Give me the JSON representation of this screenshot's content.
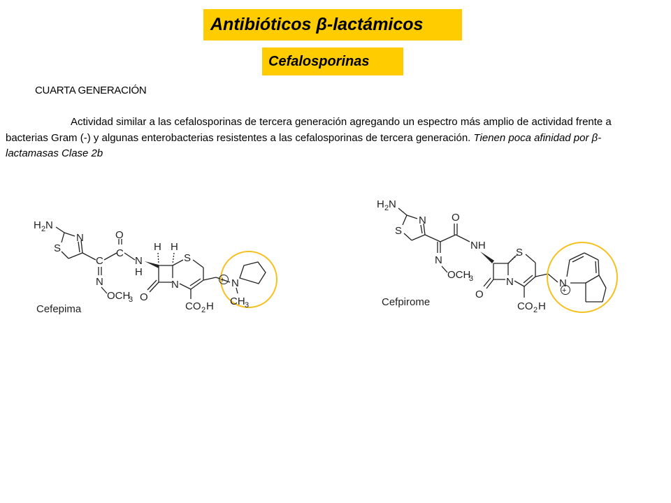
{
  "slide": {
    "title": "Antibióticos β-lactámicos",
    "subtitle": "Cefalosporinas",
    "heading": "CUARTA GENERACIÓN",
    "paragraph_main": "Actividad similar a las cefalosporinas de tercera generación agregando un espectro más amplio de actividad frente a bacterias Gram (-) y algunas enterobacterias resistentes a las cefalosporinas de tercera generación. ",
    "paragraph_italic": "Tienen poca afinidad por β-lactamasas Clase 2b"
  },
  "colors": {
    "accent": "#ffcc00",
    "highlight_ring": "#f5c121"
  },
  "cefepima": {
    "name": "Cefepima",
    "amine_h": "H",
    "amine_sub": "2",
    "amine_n": "N",
    "thiazole_n": "N",
    "thiazole_s": "S",
    "carbonyl_o": "O",
    "imine_c": "C",
    "amide_c": "C",
    "imine_n": "N",
    "methoxy": "OCH",
    "methoxy_sub": "3",
    "amide_n": "N",
    "amide_h": "H",
    "h_left": "H",
    "h_right": "H",
    "ring_s": "S",
    "lactam_n": "N",
    "lactam_o": "O",
    "carboxyl": "CO",
    "carboxyl_sub": "2",
    "carboxyl_h": "H",
    "cation_n": "N",
    "n_methyl": "CH",
    "n_methyl_sub": "3",
    "plus": "+"
  },
  "cefpirome": {
    "name": "Cefpirome",
    "amine_h": "H",
    "amine_sub": "2",
    "amine_n": "N",
    "thiazole_n": "N",
    "thiazole_s": "S",
    "carbonyl_o": "O",
    "amide_nh": "NH",
    "imine_n": "N",
    "methoxy": "OCH",
    "methoxy_sub": "3",
    "ring_s": "S",
    "lactam_n": "N",
    "lactam_o": "O",
    "carboxyl": "CO",
    "carboxyl_sub": "2",
    "carboxyl_h": "H",
    "pyridine_n": "N",
    "plus": "+"
  }
}
